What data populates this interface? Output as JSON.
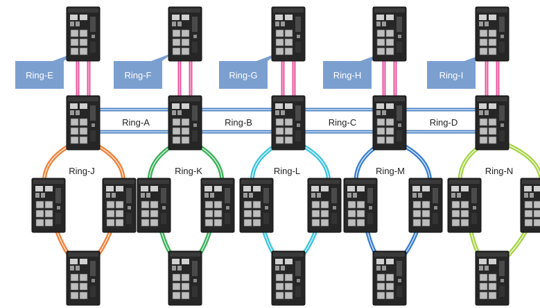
{
  "rings": {
    "backbone": [
      {
        "label": "Ring-A",
        "color": "#4f86c6"
      },
      {
        "label": "Ring-B",
        "color": "#4f86c6"
      },
      {
        "label": "Ring-C",
        "color": "#4f86c6"
      },
      {
        "label": "Ring-D",
        "color": "#4f86c6"
      }
    ],
    "upper": [
      {
        "label": "Ring-E",
        "color": "#e8559f"
      },
      {
        "label": "Ring-F",
        "color": "#e8559f"
      },
      {
        "label": "Ring-G",
        "color": "#e8559f"
      },
      {
        "label": "Ring-H",
        "color": "#e8559f"
      },
      {
        "label": "Ring-I",
        "color": "#e8559f"
      }
    ],
    "lower": [
      {
        "label": "Ring-J",
        "color": "#f0823c"
      },
      {
        "label": "Ring-K",
        "color": "#3cb15a"
      },
      {
        "label": "Ring-L",
        "color": "#3fc4e0"
      },
      {
        "label": "Ring-M",
        "color": "#3a7fd0"
      },
      {
        "label": "Ring-N",
        "color": "#a8d44a"
      }
    ]
  },
  "colors": {
    "callout": "#7b9fcf",
    "device_body": "#262626",
    "device_edge": "#111111"
  },
  "icons": {
    "device": "industrial-ethernet-switch-icon"
  }
}
